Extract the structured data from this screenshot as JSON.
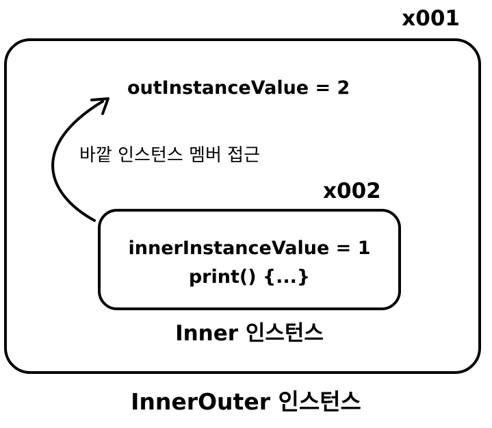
{
  "outer": {
    "address": "x001",
    "field": "outInstanceValue = 2",
    "caption": "InnerOuter 인스턴스"
  },
  "inner": {
    "address": "x002",
    "field": "innerInstanceValue = 1",
    "method": "print() {...}",
    "caption": "Inner 인스턴스"
  },
  "arrow": {
    "label": "바깥 인스턴스 멤버 접근"
  }
}
